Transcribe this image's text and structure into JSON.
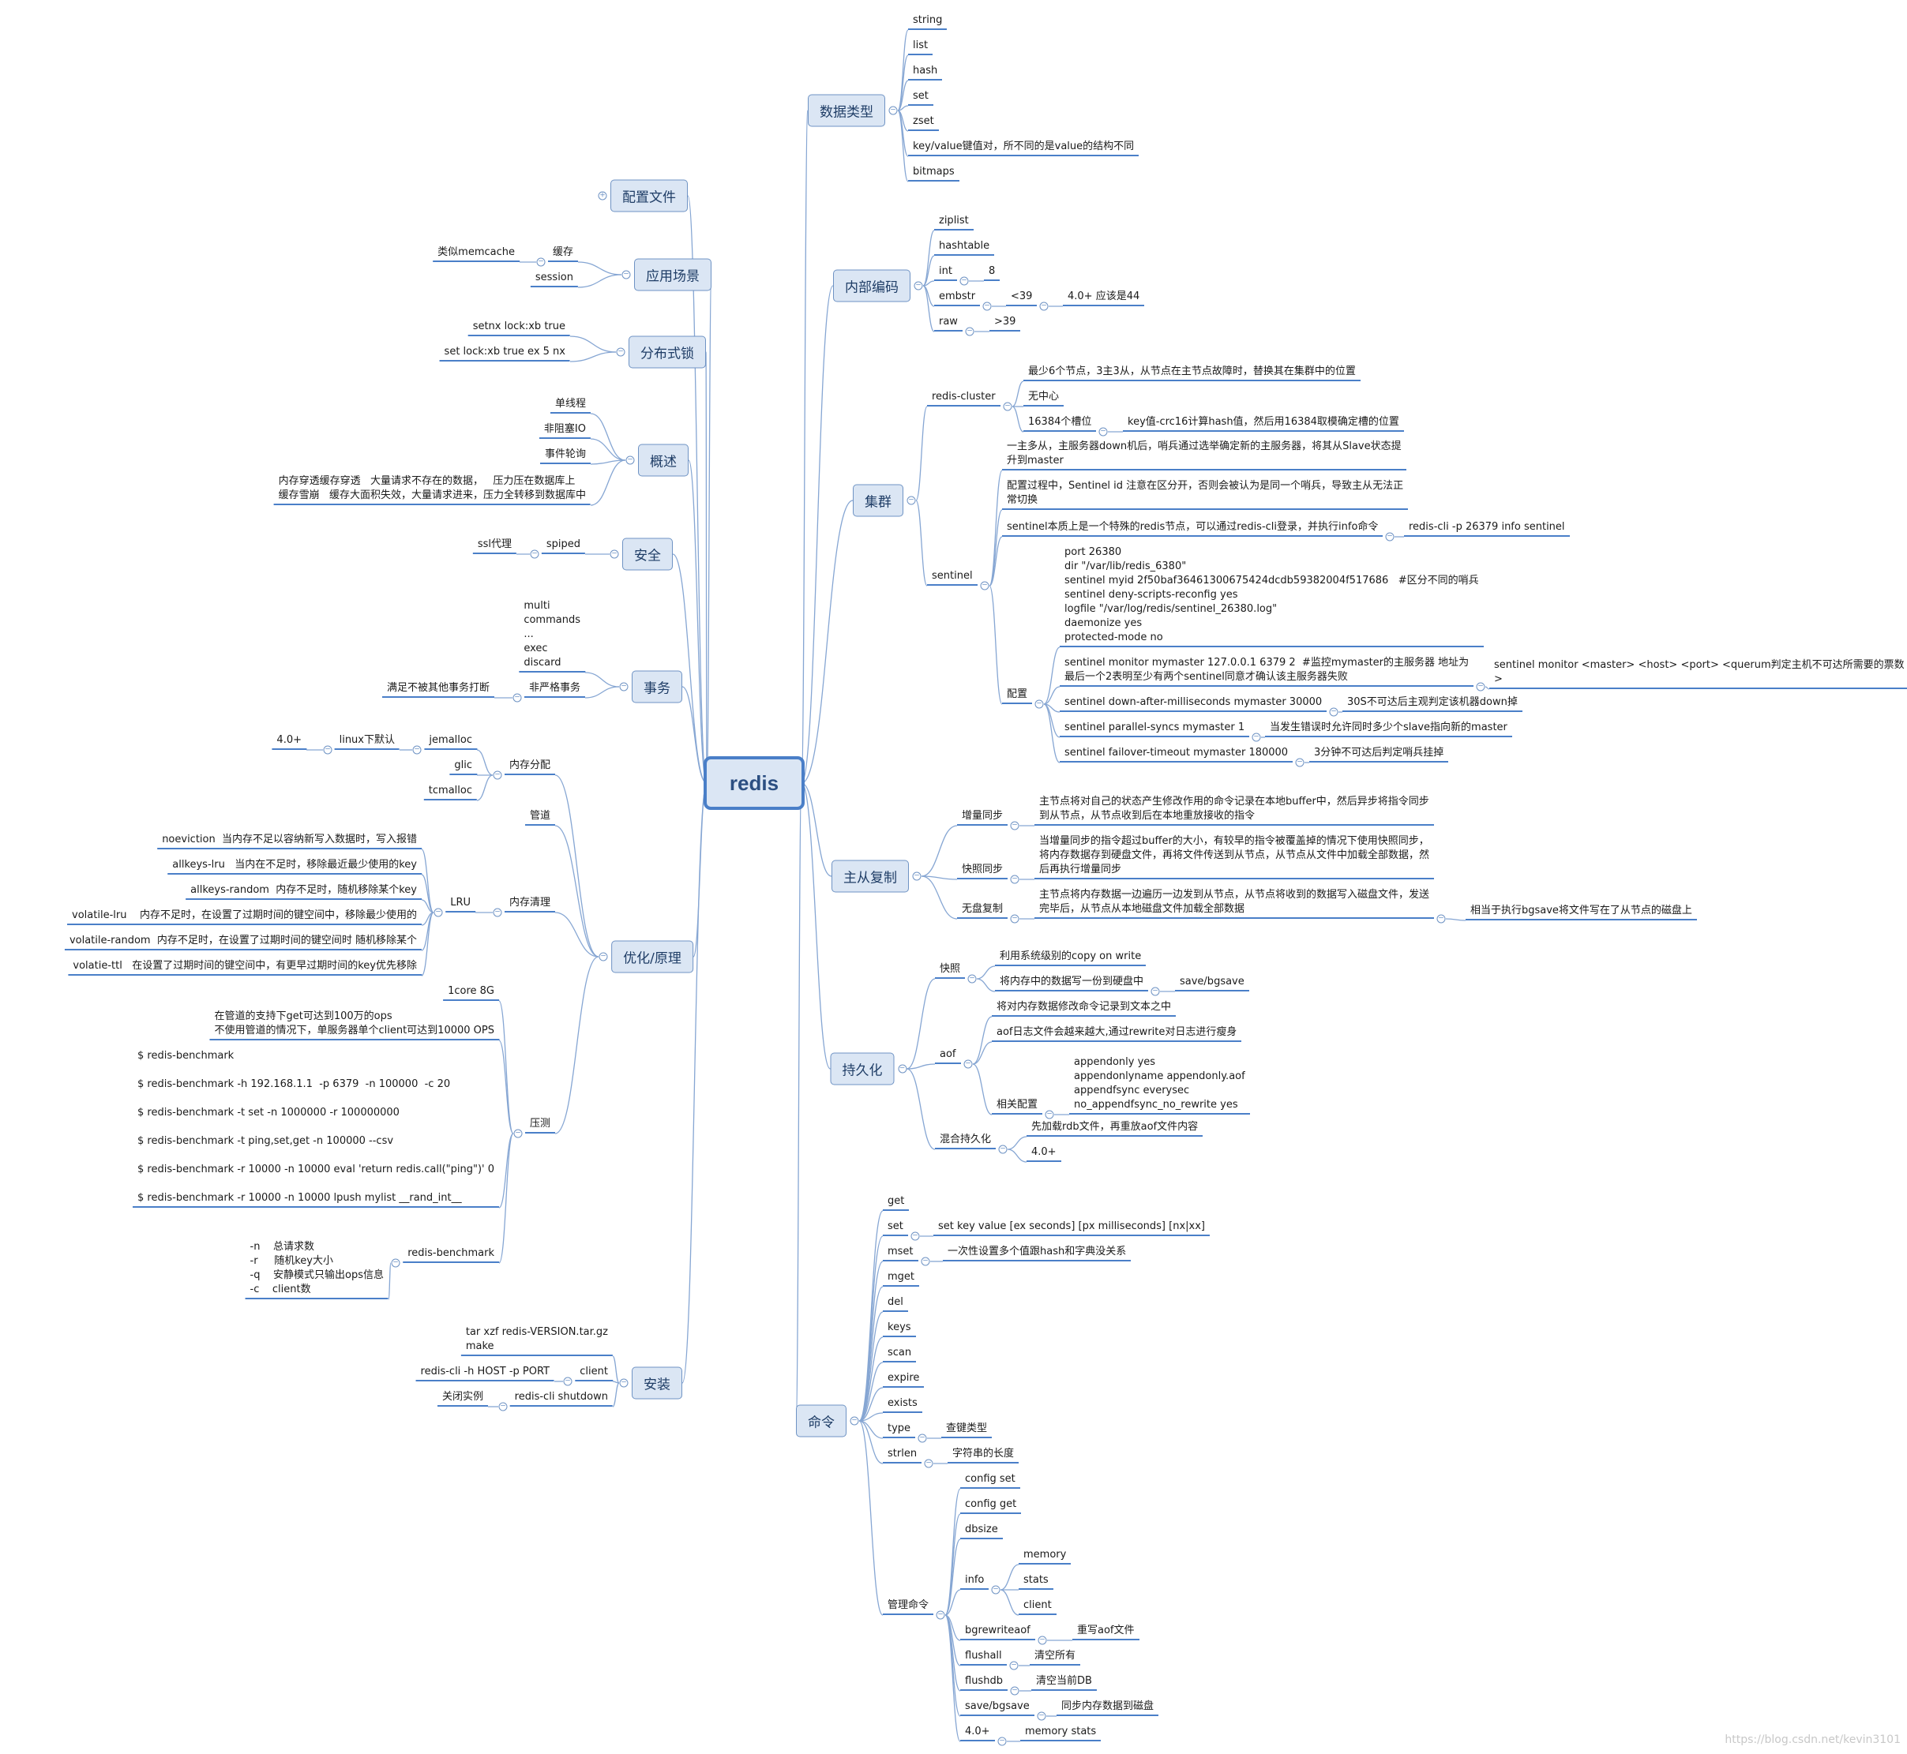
{
  "root": "redis",
  "watermark": "https://blog.csdn.net/kevin3101",
  "colors": {
    "line": "#86a6d3",
    "underline": "#4a7fc8",
    "topic_fill": "#dbe6f4"
  },
  "right": [
    {
      "label": "数据类型",
      "children": [
        {
          "label": "string"
        },
        {
          "label": "list"
        },
        {
          "label": "hash"
        },
        {
          "label": "set"
        },
        {
          "label": "zset"
        },
        {
          "label": "key/value键值对，所不同的是value的结构不同"
        },
        {
          "label": "bitmaps"
        }
      ]
    },
    {
      "label": "内部编码",
      "children": [
        {
          "label": "ziplist"
        },
        {
          "label": "hashtable"
        },
        {
          "label": "int",
          "children": [
            {
              "label": "8"
            }
          ]
        },
        {
          "label": "embstr",
          "children": [
            {
              "label": "<39",
              "children": [
                {
                  "label": "4.0+ 应该是44"
                }
              ]
            }
          ]
        },
        {
          "label": "raw",
          "children": [
            {
              "label": ">39"
            }
          ]
        }
      ]
    },
    {
      "label": "集群",
      "children": [
        {
          "label": "redis-cluster",
          "children": [
            {
              "label": "最少6个节点，3主3从，从节点在主节点故障时，替换其在集群中的位置"
            },
            {
              "label": "无中心"
            },
            {
              "label": "16384个槽位",
              "children": [
                {
                  "label": "key值-crc16计算hash值，然后用16384取模确定槽的位置"
                }
              ]
            }
          ]
        },
        {
          "label": "sentinel",
          "children": [
            {
              "label": "一主多从，主服务器down机后，哨兵通过选举确定新的主服务器，将其从Slave状态提\n升到master"
            },
            {
              "label": "配置过程中，Sentinel id 注意在区分开，否则会被认为是同一个哨兵，导致主从无法正\n常切换"
            },
            {
              "label": "sentinel本质上是一个特殊的redis节点，可以通过redis-cli登录，并执行info命令",
              "children": [
                {
                  "label": "redis-cli -p 26379 info sentinel"
                }
              ]
            },
            {
              "label": "配置",
              "children": [
                {
                  "label": "port 26380\ndir \"/var/lib/redis_6380\"\nsentinel myid 2f50baf36461300675424dcdb59382004f517686   #区分不同的哨兵\nsentinel deny-scripts-reconfig yes\nlogfile \"/var/log/redis/sentinel_26380.log\"\ndaemonize yes\nprotected-mode no"
                },
                {
                  "label": "sentinel monitor mymaster 127.0.0.1 6379 2  #监控mymaster的主服务器 地址为\n最后一个2表明至少有两个sentinel同意才确认该主服务器失败",
                  "children": [
                    {
                      "label": "sentinel monitor <master> <host> <port> <querum判定主机不可达所需要的票数\n>"
                    }
                  ]
                },
                {
                  "label": "sentinel down-after-milliseconds mymaster 30000",
                  "children": [
                    {
                      "label": "30S不可达后主观判定该机器down掉"
                    }
                  ]
                },
                {
                  "label": "sentinel parallel-syncs mymaster 1",
                  "children": [
                    {
                      "label": "当发生错误时允许同时多少个slave指向新的master"
                    }
                  ]
                },
                {
                  "label": "sentinel failover-timeout mymaster 180000",
                  "children": [
                    {
                      "label": "3分钟不可达后判定哨兵挂掉"
                    }
                  ]
                }
              ]
            }
          ]
        }
      ]
    },
    {
      "label": "主从复制",
      "children": [
        {
          "label": "增量同步",
          "children": [
            {
              "label": "主节点将对自己的状态产生修改作用的命令记录在本地buffer中，然后异步将指令同步\n到从节点，从节点收到后在本地重放接收的指令"
            }
          ]
        },
        {
          "label": "快照同步",
          "children": [
            {
              "label": "当增量同步的指令超过buffer的大小，有较早的指令被覆盖掉的情况下使用快照同步，\n将内存数据存到硬盘文件，再将文件传送到从节点，从节点从文件中加载全部数据，然\n后再执行增量同步"
            }
          ]
        },
        {
          "label": "无盘复制",
          "children": [
            {
              "label": "主节点将内存数据一边遍历一边发到从节点，从节点将收到的数据写入磁盘文件，发送\n完毕后，从节点从本地磁盘文件加载全部数据",
              "children": [
                {
                  "label": "相当于执行bgsave将文件写在了从节点的磁盘上"
                }
              ]
            }
          ]
        }
      ]
    },
    {
      "label": "持久化",
      "children": [
        {
          "label": "快照",
          "children": [
            {
              "label": "利用系统级别的copy on write"
            },
            {
              "label": "将内存中的数据写一份到硬盘中",
              "children": [
                {
                  "label": "save/bgsave"
                }
              ]
            }
          ]
        },
        {
          "label": "aof",
          "children": [
            {
              "label": "将对内存数据修改命令记录到文本之中"
            },
            {
              "label": "aof日志文件会越来越大,通过rewrite对日志进行瘦身"
            },
            {
              "label": "相关配置",
              "children": [
                {
                  "label": "appendonly yes\nappendonlyname appendonly.aof\nappendfsync everysec\nno_appendfsync_no_rewrite yes"
                }
              ]
            }
          ]
        },
        {
          "label": "混合持久化",
          "children": [
            {
              "label": "先加载rdb文件，再重放aof文件内容"
            },
            {
              "label": "4.0+"
            }
          ]
        }
      ]
    },
    {
      "label": "命令",
      "children": [
        {
          "label": "get"
        },
        {
          "label": "set",
          "children": [
            {
              "label": "set key value [ex seconds] [px milliseconds] [nx|xx]"
            }
          ]
        },
        {
          "label": "mset",
          "children": [
            {
              "label": "一次性设置多个值跟hash和字典没关系"
            }
          ]
        },
        {
          "label": "mget"
        },
        {
          "label": "del"
        },
        {
          "label": "keys"
        },
        {
          "label": "scan"
        },
        {
          "label": "expire"
        },
        {
          "label": "exists"
        },
        {
          "label": "type",
          "children": [
            {
              "label": "查键类型"
            }
          ]
        },
        {
          "label": "strlen",
          "children": [
            {
              "label": "字符串的长度"
            }
          ]
        },
        {
          "label": "管理命令",
          "children": [
            {
              "label": "config set"
            },
            {
              "label": "config get"
            },
            {
              "label": "dbsize"
            },
            {
              "label": "info",
              "children": [
                {
                  "label": "memory"
                },
                {
                  "label": "stats"
                },
                {
                  "label": "client"
                }
              ]
            },
            {
              "label": "bgrewriteaof",
              "children": [
                {
                  "label": "重写aof文件"
                }
              ]
            },
            {
              "label": "flushall",
              "children": [
                {
                  "label": "清空所有"
                }
              ]
            },
            {
              "label": "flushdb",
              "children": [
                {
                  "label": "清空当前DB"
                }
              ]
            },
            {
              "label": "save/bgsave",
              "children": [
                {
                  "label": "同步内存数据到磁盘"
                }
              ]
            },
            {
              "label": "4.0+",
              "children": [
                {
                  "label": "memory stats"
                }
              ]
            }
          ]
        }
      ]
    }
  ],
  "left": [
    {
      "label": "配置文件",
      "children": []
    },
    {
      "label": "应用场景",
      "children": [
        {
          "label": "缓存",
          "children": [
            {
              "label": "类似memcache"
            }
          ]
        },
        {
          "label": "session"
        }
      ]
    },
    {
      "label": "分布式锁",
      "children": [
        {
          "label": "setnx lock:xb true"
        },
        {
          "label": "set lock:xb true ex 5 nx"
        }
      ]
    },
    {
      "label": "概述",
      "children": [
        {
          "label": "单线程"
        },
        {
          "label": "非阻塞IO"
        },
        {
          "label": "事件轮询"
        },
        {
          "label": "内存穿透缓存穿透   大量请求不存在的数据，   压力压在数据库上\n缓存雪崩   缓存大面积失效，大量请求进来，压力全转移到数据库中"
        }
      ]
    },
    {
      "label": "安全",
      "children": [
        {
          "label": "spiped",
          "children": [
            {
              "label": "ssl代理"
            }
          ]
        }
      ]
    },
    {
      "label": "事务",
      "children": [
        {
          "label": "multi\ncommands\n...\nexec\ndiscard"
        },
        {
          "label": "非严格事务",
          "children": [
            {
              "label": "满足不被其他事务打断"
            }
          ]
        }
      ]
    },
    {
      "label": "优化/原理",
      "children": [
        {
          "label": "内存分配",
          "children": [
            {
              "label": "jemalloc",
              "children": [
                {
                  "label": "linux下默认",
                  "children": [
                    {
                      "label": "4.0+"
                    }
                  ]
                }
              ]
            },
            {
              "label": "glic"
            },
            {
              "label": "tcmalloc"
            }
          ]
        },
        {
          "label": "管道"
        },
        {
          "label": "内存清理",
          "children": [
            {
              "label": "LRU",
              "children": [
                {
                  "label": "noeviction  当内存不足以容纳新写入数据时，写入报错"
                },
                {
                  "label": "allkeys-lru   当内在不足时，移除最近最少使用的key"
                },
                {
                  "label": "allkeys-random  内存不足时，随机移除某个key"
                },
                {
                  "label": "volatile-lru    内存不足时，在设置了过期时间的键空间中，移除最少使用的"
                },
                {
                  "label": "volatile-random  内存不足时，在设置了过期时间的键空间时 随机移除某个"
                },
                {
                  "label": "volatie-ttl   在设置了过期时间的键空间中，有更早过期时间的key优先移除"
                }
              ]
            }
          ]
        },
        {
          "label": "压测",
          "children": [
            {
              "label": "1core 8G"
            },
            {
              "label": "在管道的支持下get可达到100万的ops\n不使用管道的情况下，单服务器单个client可达到10000 OPS"
            },
            {
              "label": "$ redis-benchmark\n\n$ redis-benchmark -h 192.168.1.1  -p 6379  -n 100000  -c 20\n\n$ redis-benchmark -t set -n 1000000 -r 100000000\n\n$ redis-benchmark -t ping,set,get -n 100000 --csv\n\n$ redis-benchmark -r 10000 -n 10000 eval 'return redis.call(\"ping\")' 0\n\n$ redis-benchmark -r 10000 -n 10000 lpush mylist __rand_int__"
            },
            {
              "label": "redis-benchmark",
              "children": [
                {
                  "label": "-n    总请求数\n-r     随机key大小\n-q    安静模式只输出ops信息\n-c    client数"
                }
              ]
            }
          ]
        }
      ]
    },
    {
      "label": "安装",
      "children": [
        {
          "label": "tar xzf redis-VERSION.tar.gz\nmake"
        },
        {
          "label": "client",
          "children": [
            {
              "label": "redis-cli -h HOST -p PORT"
            }
          ]
        },
        {
          "label": "redis-cli shutdown",
          "children": [
            {
              "label": "关闭实例"
            }
          ]
        }
      ]
    }
  ]
}
